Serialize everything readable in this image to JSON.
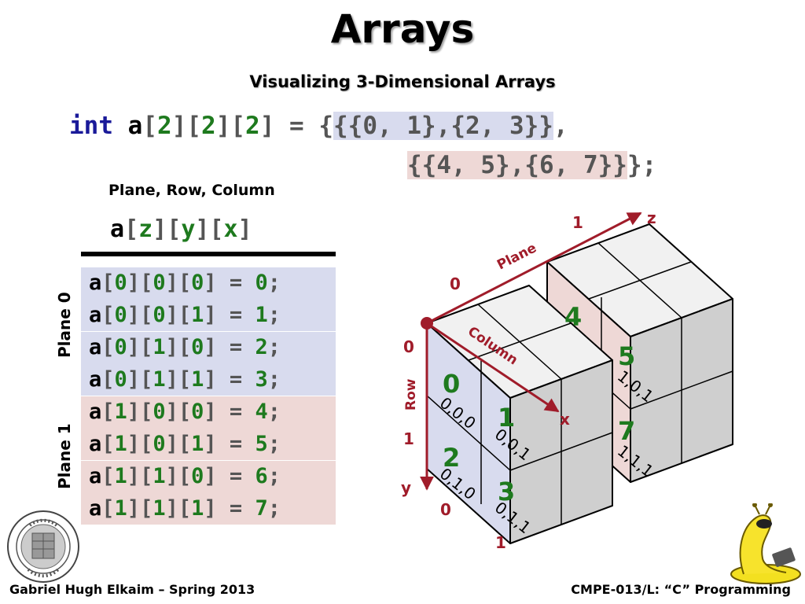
{
  "title": "Arrays",
  "subtitle": "Visualizing 3-Dimensional Arrays",
  "declaration": {
    "type": "int",
    "name": "a",
    "dims": [
      "2",
      "2",
      "2"
    ],
    "assign": " = {",
    "line1_block": "{{0, 1},{2, 3}}",
    "line1_end": ",",
    "line2_block": "{{4, 5},{6, 7}}",
    "line2_end": "};"
  },
  "index_legend": {
    "label": "Plane, Row, Column",
    "name": "a",
    "z": "z",
    "y": "y",
    "x": "x"
  },
  "plane_labels": [
    "Plane 0",
    "Plane 1"
  ],
  "assignments": [
    {
      "plane": 0,
      "idx": [
        "0",
        "0",
        "0"
      ],
      "val": "0"
    },
    {
      "plane": 0,
      "idx": [
        "0",
        "0",
        "1"
      ],
      "val": "1"
    },
    {
      "plane": 0,
      "idx": [
        "0",
        "1",
        "0"
      ],
      "val": "2"
    },
    {
      "plane": 0,
      "idx": [
        "0",
        "1",
        "1"
      ],
      "val": "3"
    },
    {
      "plane": 1,
      "idx": [
        "1",
        "0",
        "0"
      ],
      "val": "4"
    },
    {
      "plane": 1,
      "idx": [
        "1",
        "0",
        "1"
      ],
      "val": "5"
    },
    {
      "plane": 1,
      "idx": [
        "1",
        "1",
        "0"
      ],
      "val": "6"
    },
    {
      "plane": 1,
      "idx": [
        "1",
        "1",
        "1"
      ],
      "val": "7"
    }
  ],
  "diagram": {
    "axis_z": "z",
    "axis_x": "x",
    "axis_y": "y",
    "plane_axis_label": "Plane",
    "column_axis_label": "Column",
    "row_axis_label": "Row",
    "z_ticks": [
      "0",
      "1"
    ],
    "row_ticks": [
      "0",
      "1"
    ],
    "col_ticks": [
      "0",
      "1"
    ],
    "front_values": [
      "0",
      "1",
      "2",
      "3"
    ],
    "back_values": [
      "4",
      "5",
      "7"
    ],
    "front_coords": [
      "0,0,0",
      "0,0,1",
      "0,1,0",
      "0,1,1"
    ],
    "back_coords": [
      "1,0,1",
      "1,1,1"
    ]
  },
  "footer_left": "Gabriel Hugh Elkaim – Spring 2013",
  "footer_right": "CMPE-013/L: “C” Programming",
  "colors": {
    "plane0_bg": "#d8dbee",
    "plane1_bg": "#eed8d6",
    "value_green": "#1e7a1e",
    "axis_red": "#a01c2a",
    "keyword_blue": "#1a1a99"
  }
}
